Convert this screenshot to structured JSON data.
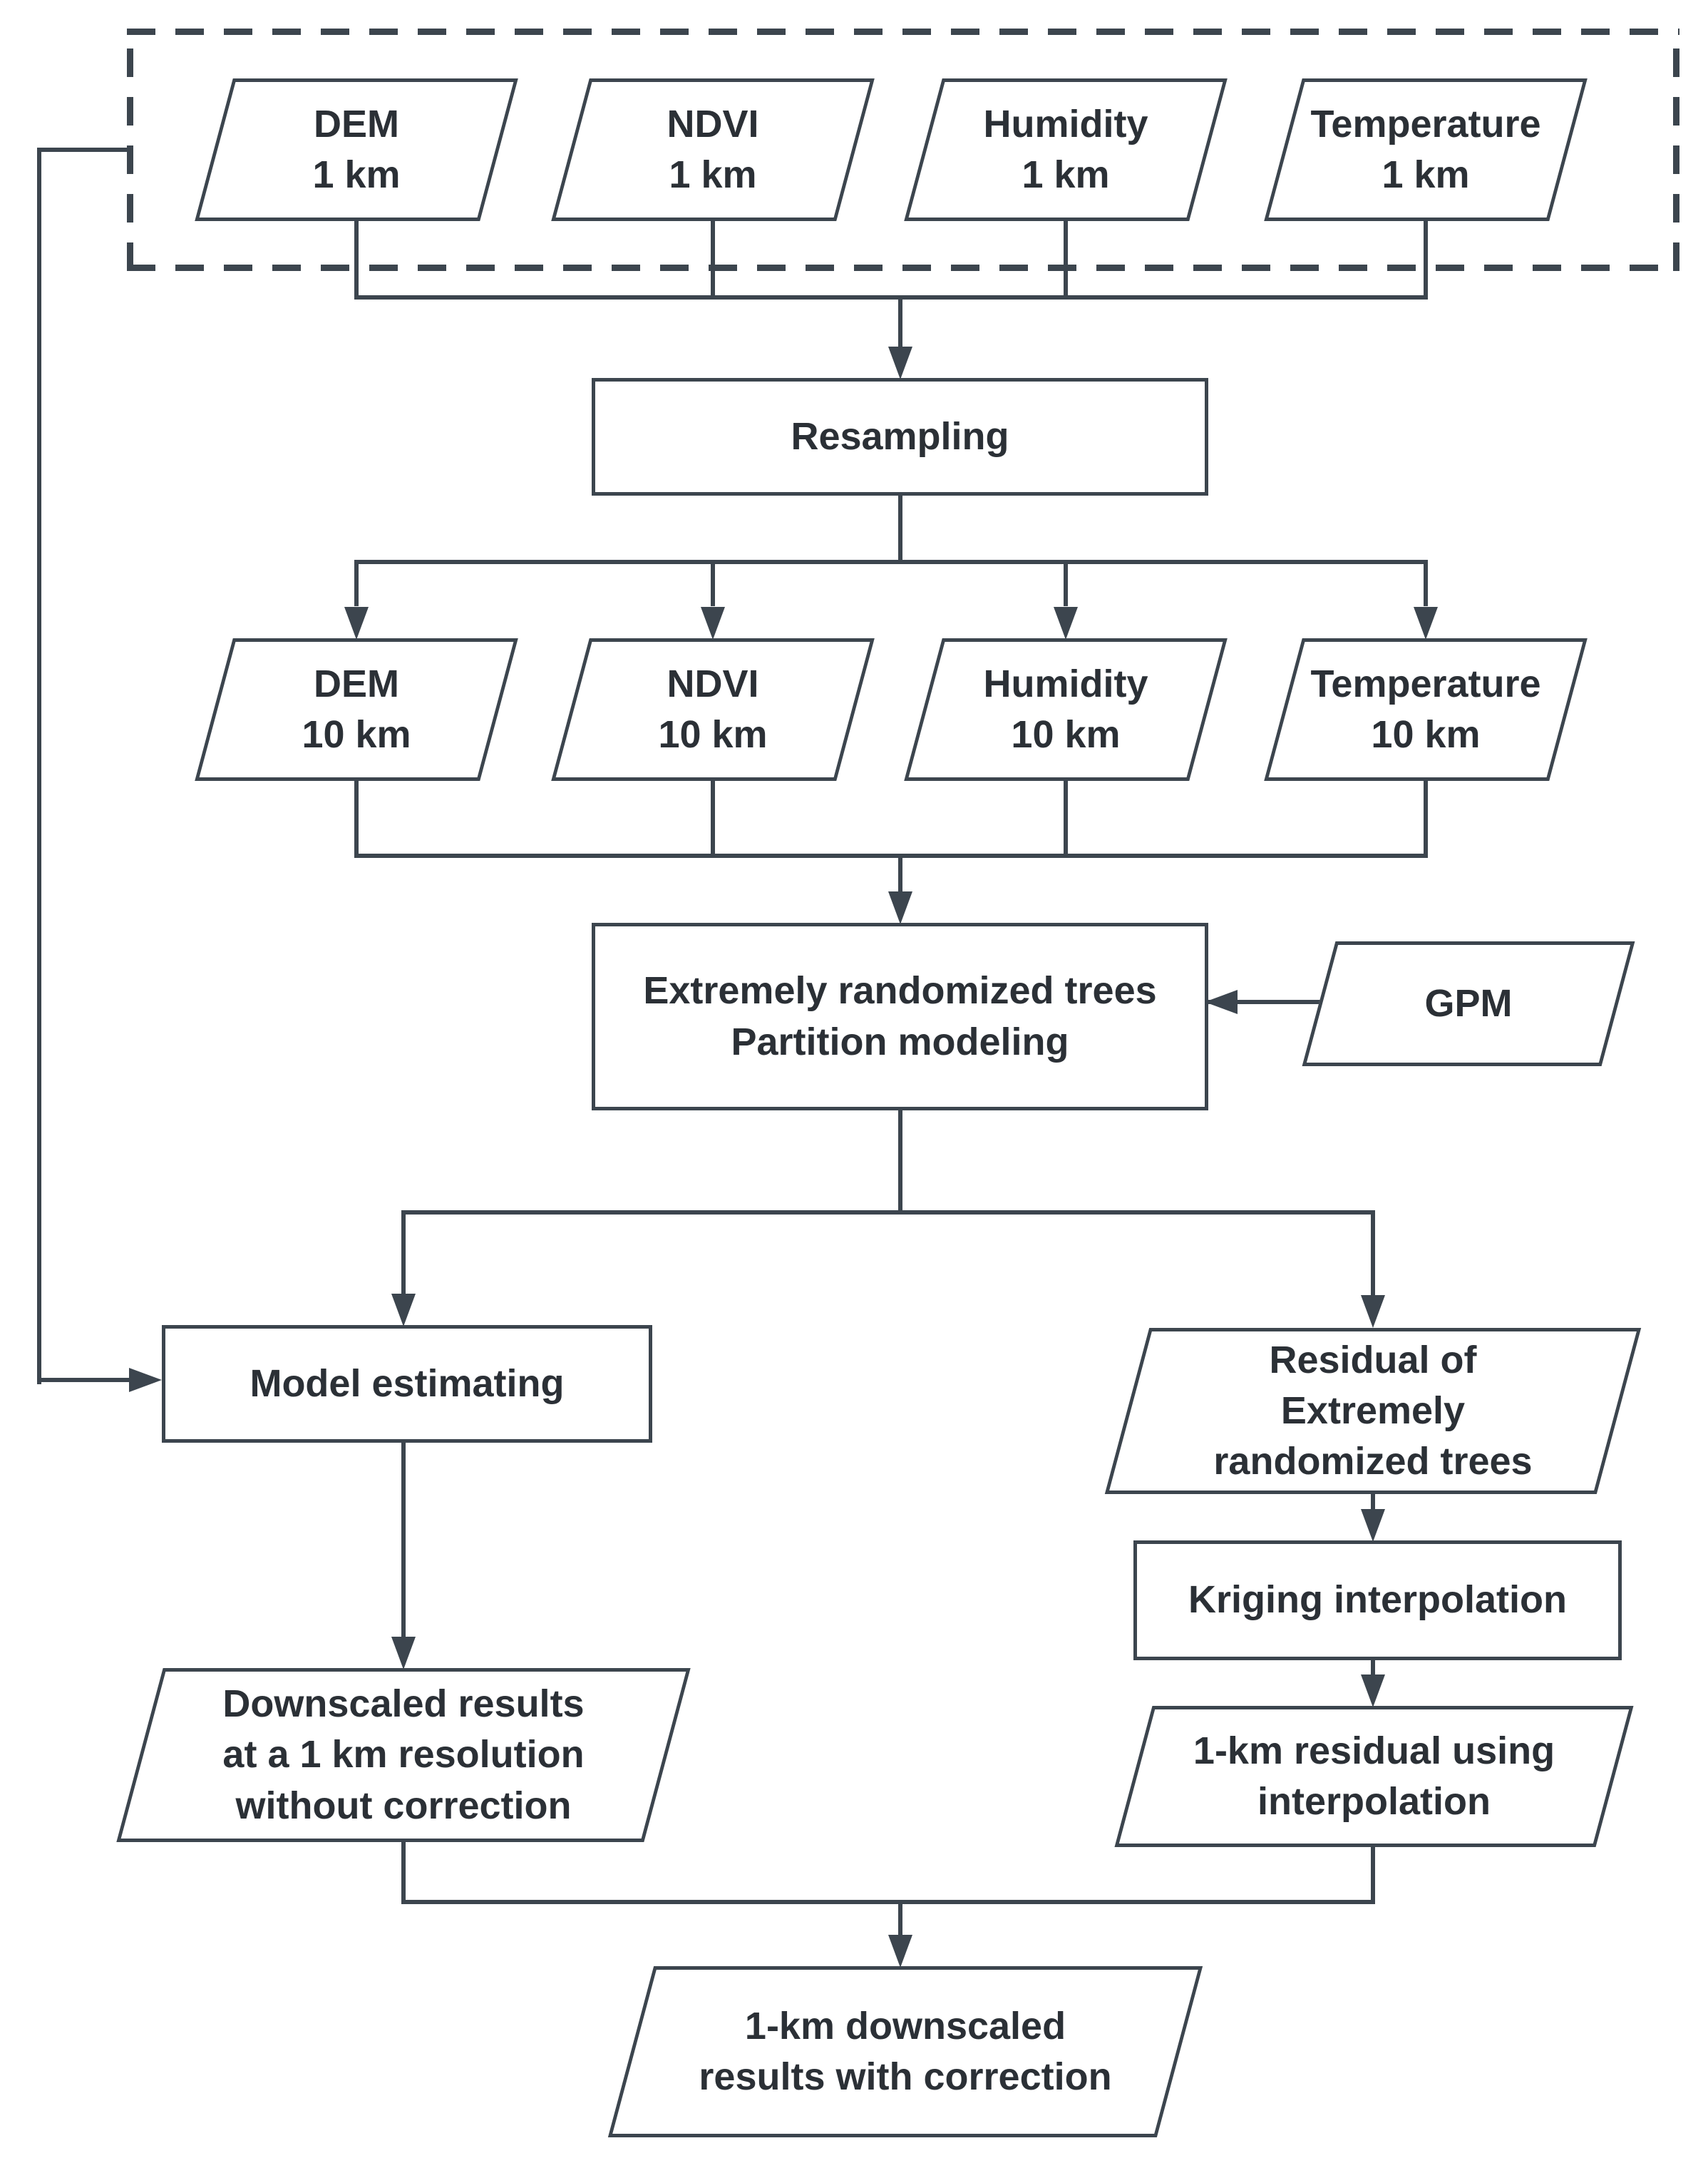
{
  "diagram_type": "flowchart",
  "colors": {
    "line": "#3c454e",
    "text": "#2b3036",
    "background": "#ffffff",
    "shape_fill": "#ffffff"
  },
  "nodes": {
    "dem_1km": {
      "shape": "parallelogram",
      "label": "DEM\n1 km"
    },
    "ndvi_1km": {
      "shape": "parallelogram",
      "label": "NDVI\n1 km"
    },
    "humidity_1km": {
      "shape": "parallelogram",
      "label": "Humidity\n1 km"
    },
    "temperature_1km": {
      "shape": "parallelogram",
      "label": "Temperature\n1 km"
    },
    "resampling": {
      "shape": "rectangle",
      "label": "Resampling"
    },
    "dem_10km": {
      "shape": "parallelogram",
      "label": "DEM\n10 km"
    },
    "ndvi_10km": {
      "shape": "parallelogram",
      "label": "NDVI\n10 km"
    },
    "humidity_10km": {
      "shape": "parallelogram",
      "label": "Humidity\n10 km"
    },
    "temperature_10km": {
      "shape": "parallelogram",
      "label": "Temperature\n10 km"
    },
    "ert": {
      "shape": "rectangle",
      "label": "Extremely randomized trees\nPartition modeling"
    },
    "gpm": {
      "shape": "parallelogram",
      "label": "GPM"
    },
    "model_estimating": {
      "shape": "rectangle",
      "label": "Model estimating"
    },
    "residual_ert": {
      "shape": "parallelogram",
      "label": "Residual of\nExtremely\nrandomized trees"
    },
    "kriging": {
      "shape": "rectangle",
      "label": "Kriging interpolation"
    },
    "downscaled_no_correction": {
      "shape": "parallelogram",
      "label": "Downscaled results\nat a 1 km resolution\nwithout correction"
    },
    "residual_1km": {
      "shape": "parallelogram",
      "label": "1-km residual using\ninterpolation"
    },
    "downscaled_with_correction": {
      "shape": "parallelogram",
      "label": "1-km downscaled\nresults with correction"
    }
  },
  "edges": [
    {
      "from": "inputs_1km_group",
      "to": "resampling"
    },
    {
      "from": "resampling",
      "to": "dem_10km"
    },
    {
      "from": "resampling",
      "to": "ndvi_10km"
    },
    {
      "from": "resampling",
      "to": "humidity_10km"
    },
    {
      "from": "resampling",
      "to": "temperature_10km"
    },
    {
      "from": "inputs_10km",
      "to": "ert"
    },
    {
      "from": "gpm",
      "to": "ert"
    },
    {
      "from": "ert",
      "to": "model_estimating"
    },
    {
      "from": "ert",
      "to": "residual_ert"
    },
    {
      "from": "inputs_1km_group",
      "to": "model_estimating"
    },
    {
      "from": "model_estimating",
      "to": "downscaled_no_correction"
    },
    {
      "from": "residual_ert",
      "to": "kriging"
    },
    {
      "from": "kriging",
      "to": "residual_1km"
    },
    {
      "from": "downscaled_no_correction",
      "to": "downscaled_with_correction"
    },
    {
      "from": "residual_1km",
      "to": "downscaled_with_correction"
    }
  ]
}
